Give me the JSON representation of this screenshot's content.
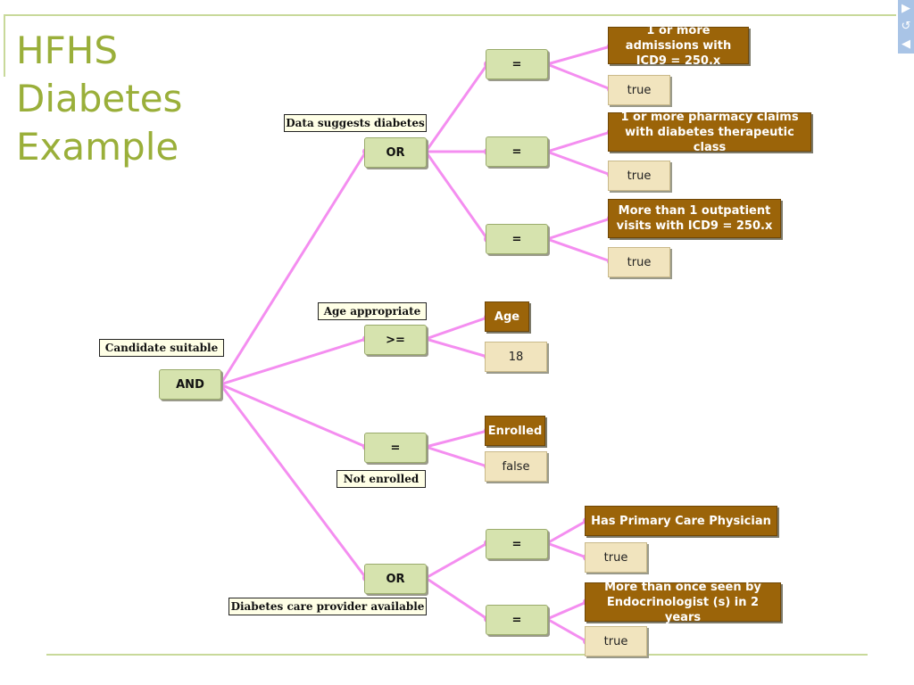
{
  "slide": {
    "title_lines": [
      "HFHS",
      "Diabetes",
      "Example"
    ]
  },
  "nav": {
    "next": "▶",
    "return": "↺",
    "prev": "◀"
  },
  "colors": {
    "edge": "#f48ef0",
    "operator_fill": "#d6e3ae",
    "variable_fill": "#9b6409",
    "value_fill": "#f1e4be",
    "title": "#9aaf3a"
  },
  "tree": {
    "root": {
      "op": "AND",
      "label": "Candidate suitable"
    },
    "branch_diabetes": {
      "op": "OR",
      "label": "Data suggests diabetes",
      "conds": [
        {
          "op": "=",
          "var": "1 or more admissions with ICD9 = 250.x",
          "val": "true"
        },
        {
          "op": "=",
          "var": "1 or more pharmacy claims with  diabetes therapeutic class",
          "val": "true"
        },
        {
          "op": "=",
          "var": "More than 1 outpatient visits with ICD9 = 250.x",
          "val": "true"
        }
      ]
    },
    "branch_age": {
      "op": ">=",
      "label": "Age appropriate",
      "var": "Age",
      "val": "18"
    },
    "branch_enrolled": {
      "op": "=",
      "label": "Not enrolled",
      "var": "Enrolled",
      "val": "false"
    },
    "branch_provider": {
      "op": "OR",
      "label": "Diabetes care provider available",
      "conds": [
        {
          "op": "=",
          "var": "Has Primary Care Physician",
          "val": "true"
        },
        {
          "op": "=",
          "var": "More than once seen by Endocrinologist (s) in 2 years",
          "val": "true"
        }
      ]
    }
  }
}
